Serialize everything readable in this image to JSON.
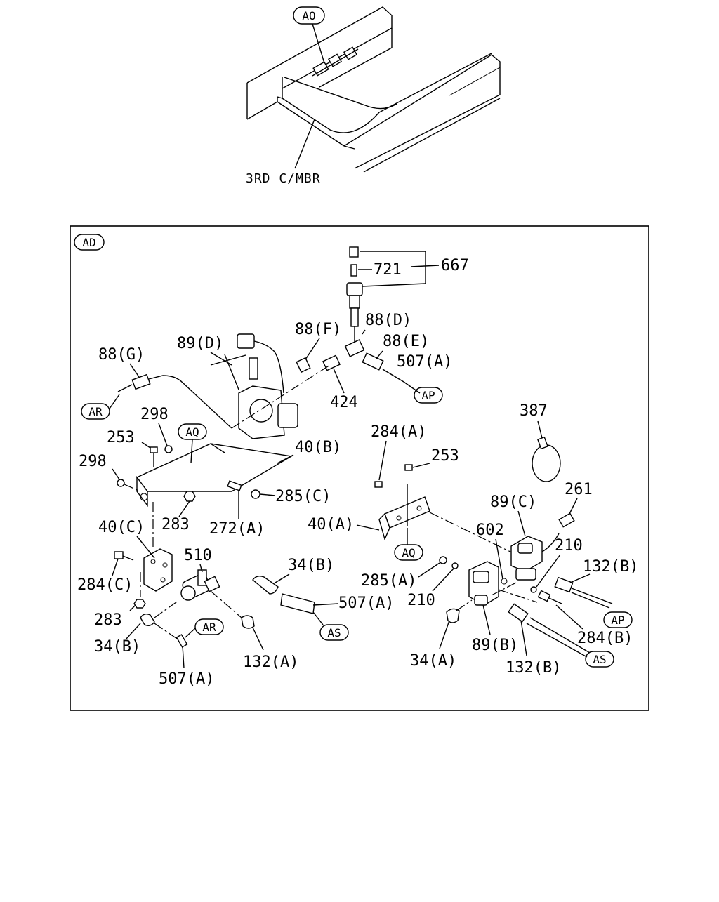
{
  "overview": {
    "callout_ao": "AO",
    "member_label": "3RD C/MBR"
  },
  "detail": {
    "callout_ad": "AD",
    "tags": {
      "ap1": "AP",
      "ap2": "AP",
      "ar1": "AR",
      "ar2": "AR",
      "aq1": "AQ",
      "aq2": "AQ",
      "as1": "AS",
      "as2": "AS"
    },
    "labels": {
      "p667": "667",
      "p721": "721",
      "p88d": "88(D)",
      "p88f": "88(F)",
      "p88e": "88(E)",
      "p89d": "89(D)",
      "p88g": "88(G)",
      "p507a_top": "507(A)",
      "p424": "424",
      "p298_top": "298",
      "p253_left": "253",
      "p298_left": "298",
      "p40b": "40(B)",
      "p285c": "285(C)",
      "p283_mid": "283",
      "p272a": "272(A)",
      "p40c": "40(C)",
      "p510": "510",
      "p284c": "284(C)",
      "p283_low": "283",
      "p34b_left": "34(B)",
      "p507a_low": "507(A)",
      "p132a": "132(A)",
      "p34b_mid": "34(B)",
      "p507a_mid": "507(A)",
      "p284a": "284(A)",
      "p253_right": "253",
      "p40a": "40(A)",
      "p387": "387",
      "p261": "261",
      "p89c": "89(C)",
      "p602": "602",
      "p210_right": "210",
      "p132b_top": "132(B)",
      "p285a": "285(A)",
      "p210_mid": "210",
      "p284b": "284(B)",
      "p34a": "34(A)",
      "p89b": "89(B)",
      "p132b_low": "132(B)"
    }
  }
}
